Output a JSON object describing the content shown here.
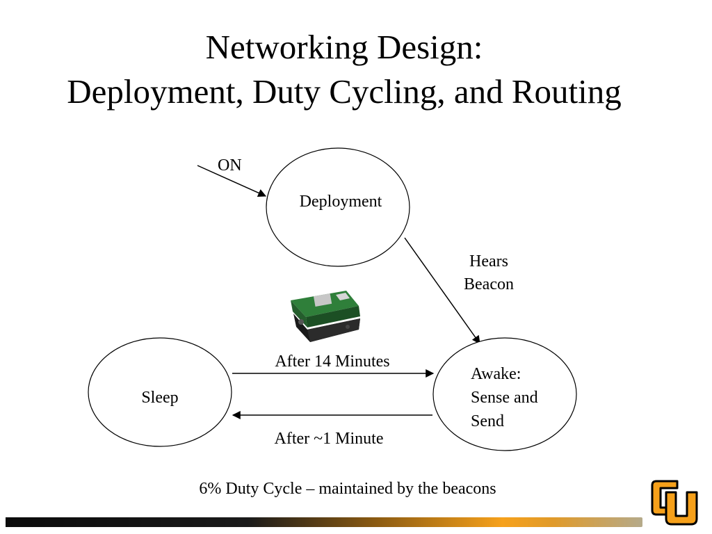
{
  "slide": {
    "title_line1": "Networking Design:",
    "title_line2": "Deployment, Duty Cycling, and Routing",
    "caption": "6% Duty Cycle – maintained by the beacons"
  },
  "diagram": {
    "entry_label": "ON",
    "states": {
      "deployment": "Deployment",
      "sleep": "Sleep",
      "awake": [
        "Awake:",
        "Sense and",
        "Send"
      ]
    },
    "transitions": {
      "deployment_to_awake": [
        "Hears",
        "Beacon"
      ],
      "sleep_to_awake": "After 14 Minutes",
      "awake_to_sleep": "After ~1 Minute"
    }
  },
  "branding": {
    "logo_letters": "CU",
    "logo_color": "#f6a01a",
    "bar_accent_color": "#f6a11c"
  }
}
